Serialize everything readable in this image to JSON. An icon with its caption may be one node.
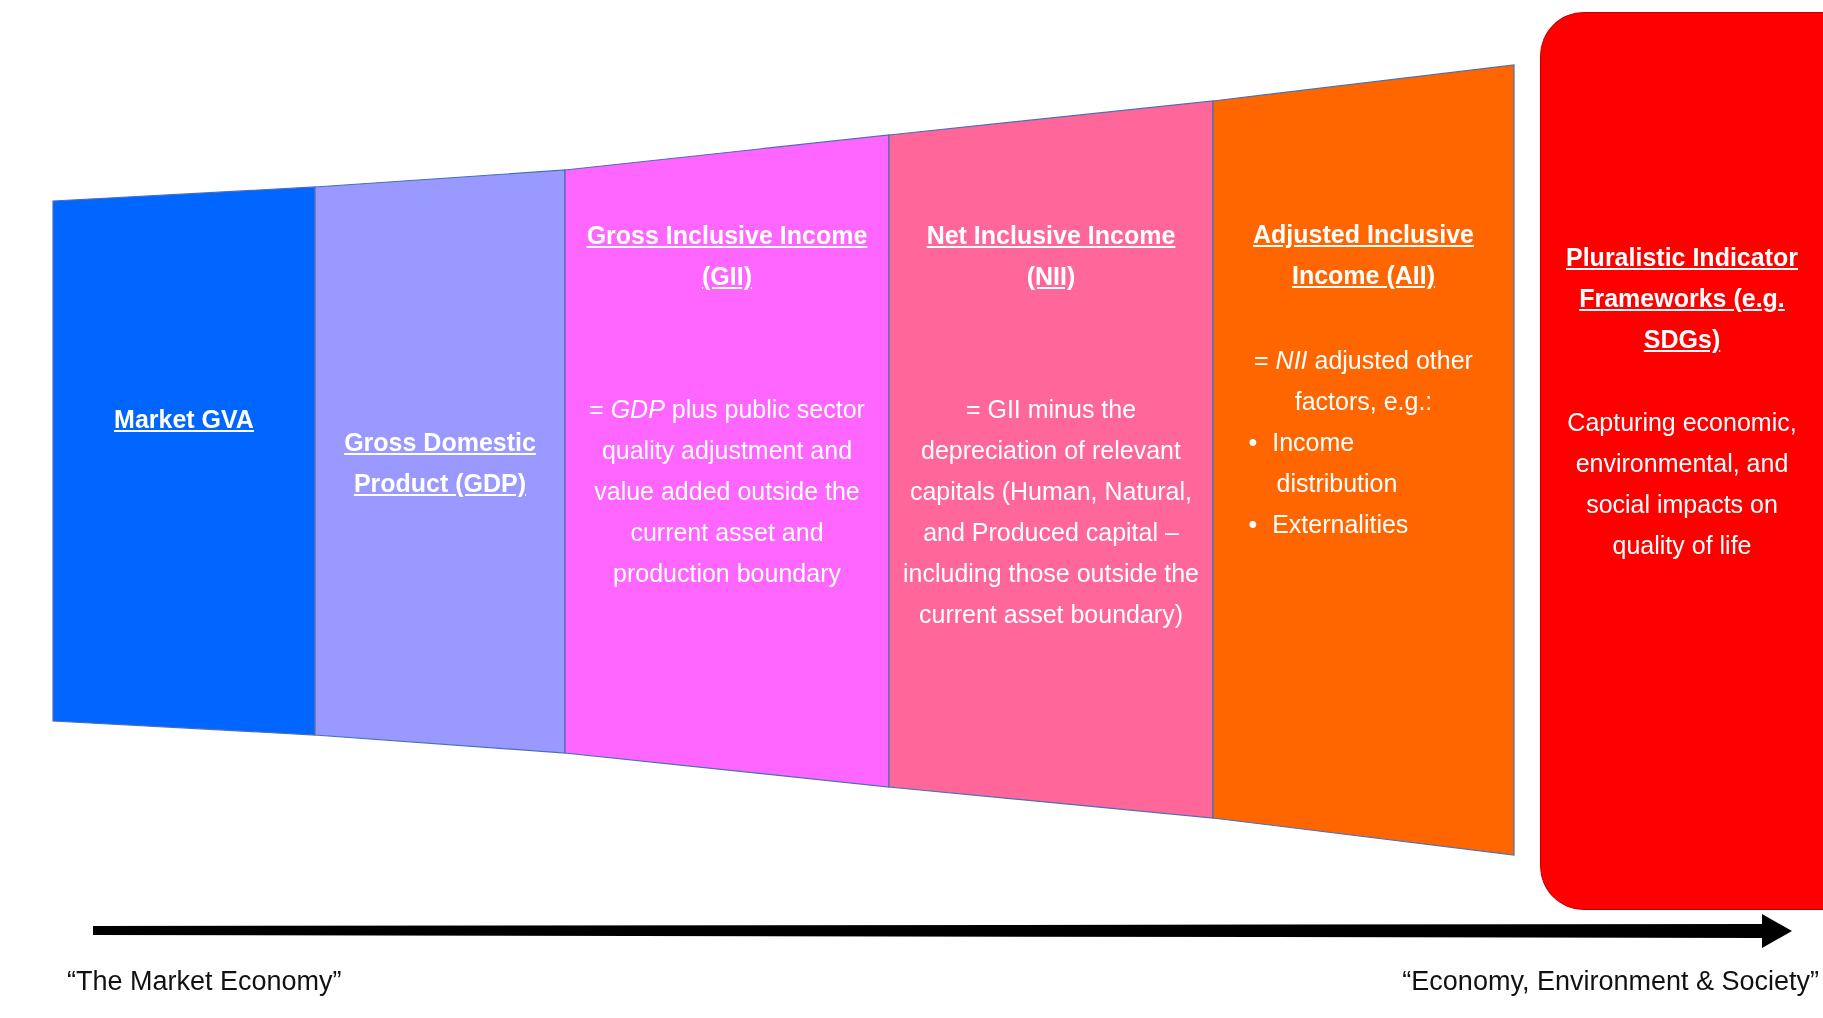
{
  "diagram": {
    "nodes": [
      {
        "text": [
          "Market GVA"
        ]
      },
      {
        "text": [
          "Gross Domestic Product (GDP)"
        ]
      },
      {
        "text": [
          "Gross Inclusive Income (GII)",
          "= *GDP* plus public sector quality adjustment and value added outside the current asset and production boundary"
        ]
      },
      {
        "text": [
          "Net Inclusive Income (NII)",
          "= GII minus the depreciation of relevant capitals (Human,  Natural, and Produced capital – including those outside the current asset boundary)"
        ]
      },
      {
        "text": [
          "Adjusted Inclusive Income (AII)",
          "= *NII* adjusted other factors, e.g.:",
          "• Income distribution",
          "• Externalities"
        ]
      },
      {
        "text": [
          "Pluralistic Indicator Frameworks (e.g. SDGs)",
          "Capturing economic, environmental, and social impacts on quality of life"
        ]
      }
    ],
    "labels": [
      "“The Market Economy”",
      "“Economy, Environment & Society”"
    ]
  }
}
